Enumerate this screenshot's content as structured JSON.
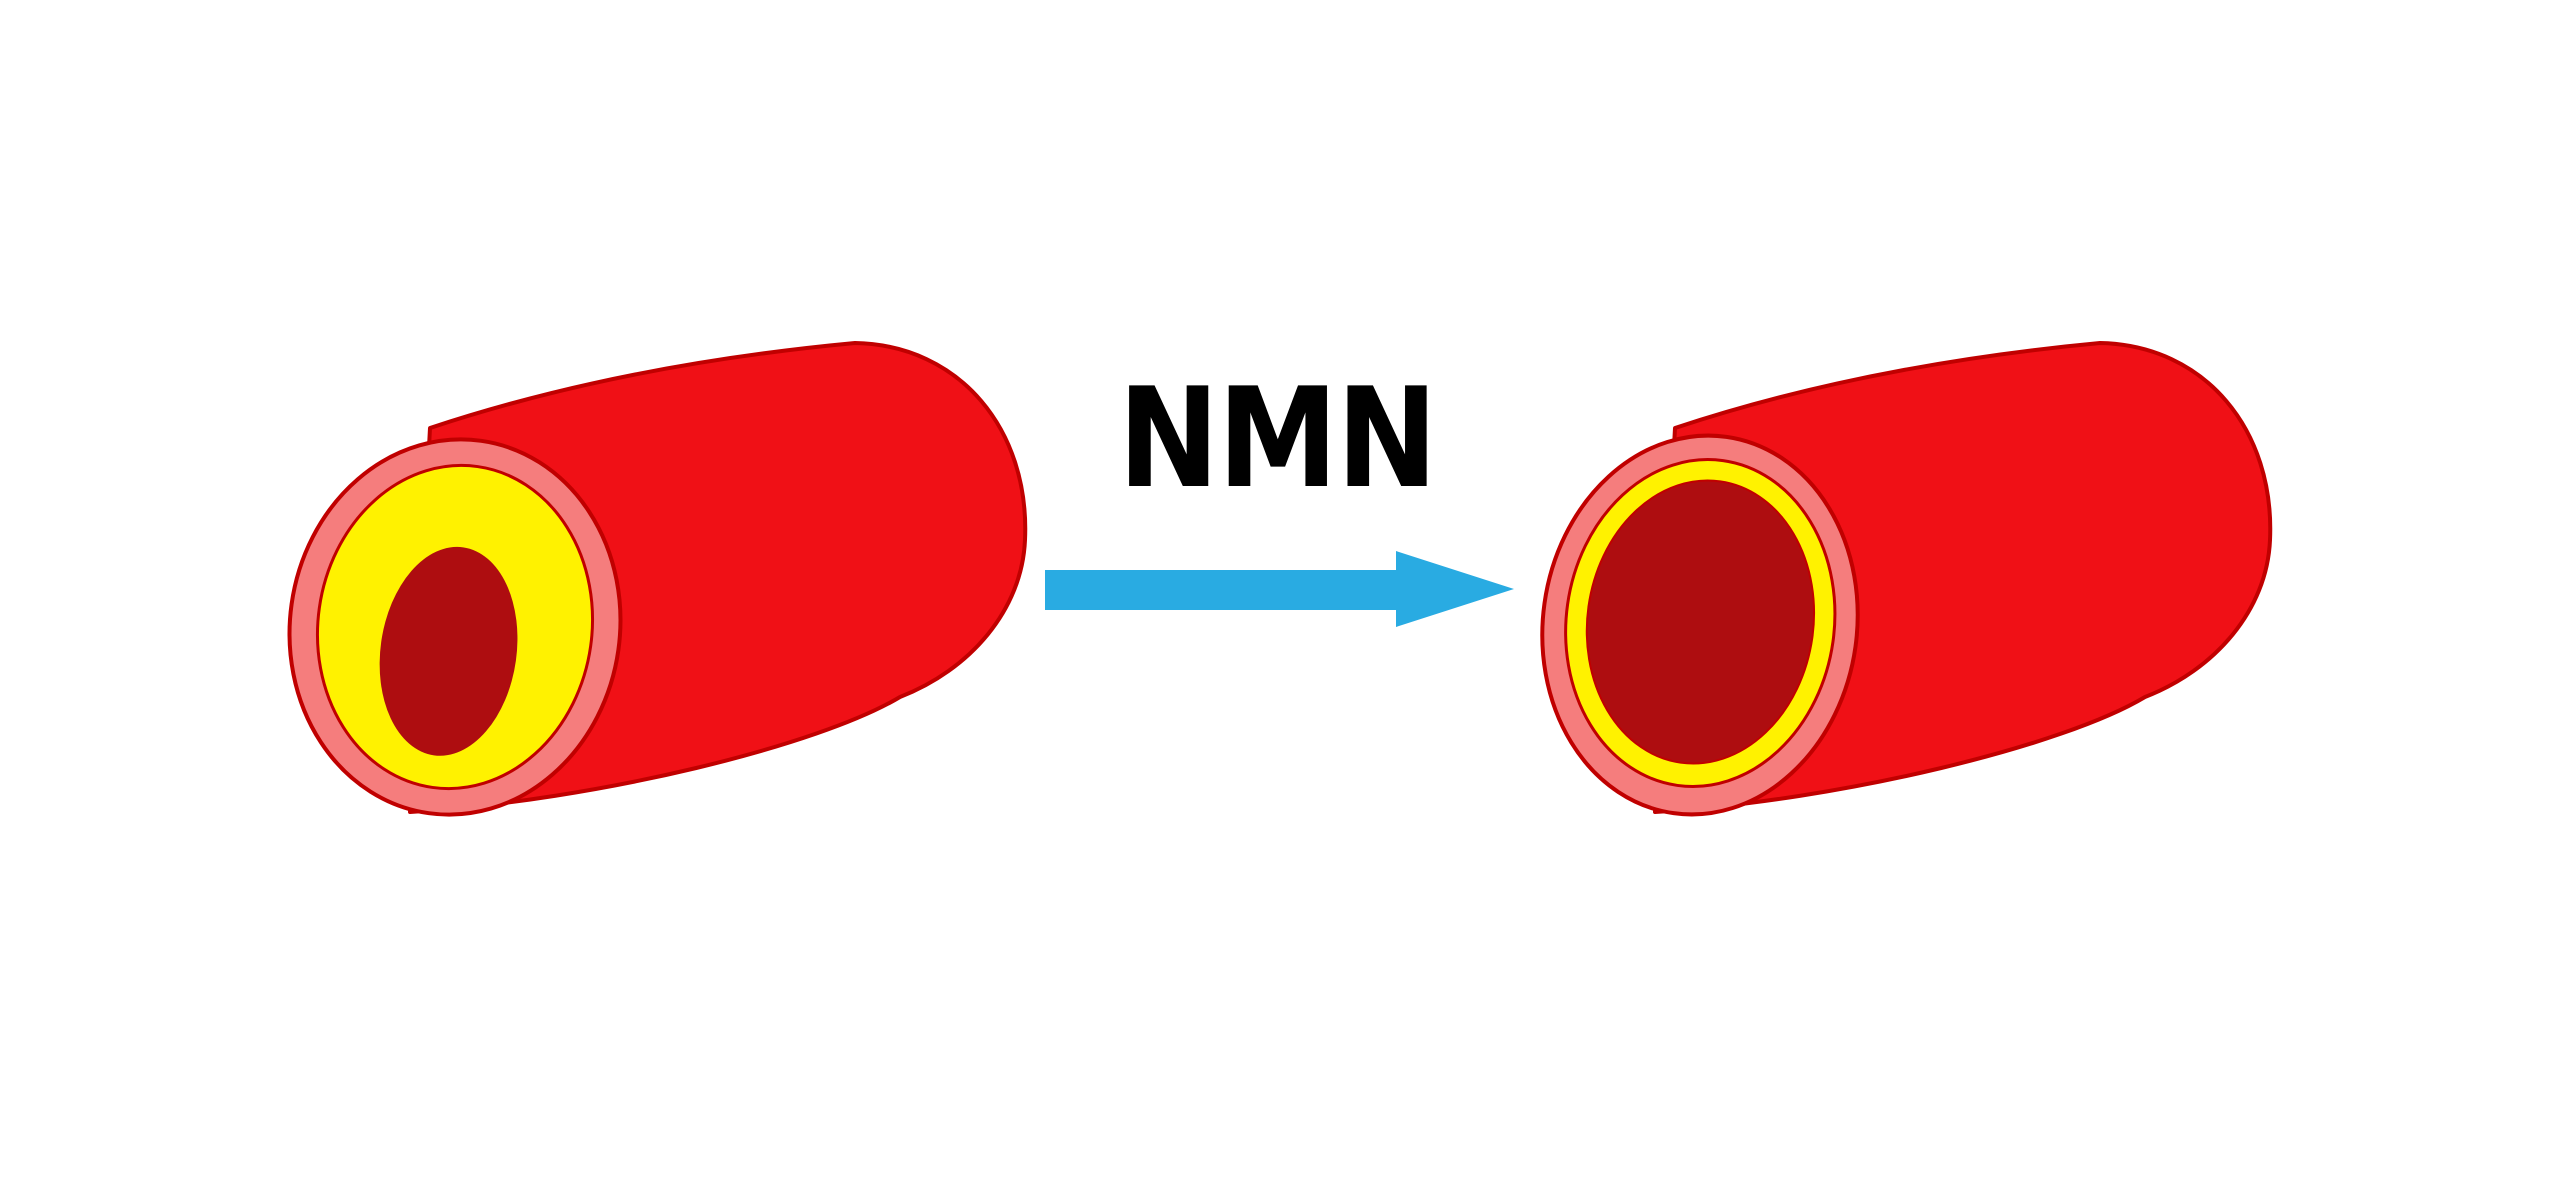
{
  "diagram": {
    "arrow_label": "NMN",
    "meaning": {
      "left_vessel": "blood vessel cross-section with thick plaque layer and narrowed lumen (before)",
      "right_vessel": "blood vessel cross-section with thin plaque layer and widened lumen (after)",
      "arrow": "treatment with NMN transforms narrowed vessel into open vessel"
    },
    "colors": {
      "background": "#FFFFFF",
      "vessel_body": "#F01016",
      "vessel_outline": "#C00000",
      "vessel_wall": "#F57D7D",
      "plaque": "#FFF200",
      "lumen": "#AE0D10",
      "arrow": "#29ABE2",
      "label_text": "#000000"
    }
  }
}
